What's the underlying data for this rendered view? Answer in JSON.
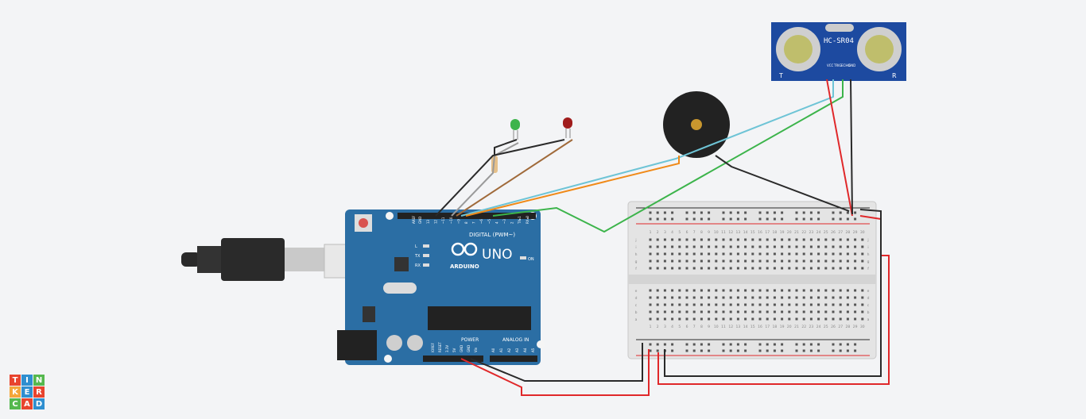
{
  "logo": {
    "letters": [
      "T",
      "I",
      "N",
      "K",
      "E",
      "R",
      "C",
      "A",
      "D"
    ],
    "colors": [
      "#e8442e",
      "#2f8fd0",
      "#55b84e",
      "#f4a63a",
      "#2f8fd0",
      "#e8442e",
      "#55b84e",
      "#e8442e",
      "#2f8fd0"
    ]
  },
  "arduino": {
    "brand": "ARDUINO",
    "model": "UNO",
    "digital_label": "DIGITAL (PWM~)",
    "power_label": "POWER",
    "analog_label": "ANALOG IN",
    "on_label": "ON",
    "led_labels": [
      "L",
      "TX",
      "RX"
    ],
    "aref": "AREF",
    "gnd": "GND",
    "digital_pins": [
      "13",
      "12",
      "~11",
      "~10",
      "~9",
      "8",
      "7",
      "~6",
      "~5",
      "4",
      "~3",
      "2",
      "TX▸1",
      "RX◂0"
    ],
    "power_pins": [
      "IOREF",
      "RESET",
      "3.3V",
      "5V",
      "GND",
      "GND",
      "Vin"
    ],
    "analog_pins": [
      "A0",
      "A1",
      "A2",
      "A3",
      "A4",
      "A5"
    ]
  },
  "sensor": {
    "name": "HC-SR04",
    "pins": [
      "VCC",
      "TRIG",
      "ECHO",
      "GND"
    ],
    "t": "T",
    "r": "R"
  },
  "breadboard": {
    "row_letters_top": [
      "j",
      "i",
      "h",
      "g",
      "f"
    ],
    "row_letters_bottom": [
      "e",
      "d",
      "c",
      "b",
      "a"
    ],
    "columns": [
      "1",
      "2",
      "3",
      "4",
      "5",
      "6",
      "7",
      "8",
      "9",
      "10",
      "11",
      "12",
      "13",
      "14",
      "15",
      "16",
      "17",
      "18",
      "19",
      "20",
      "21",
      "22",
      "23",
      "24",
      "25",
      "26",
      "27",
      "28",
      "29",
      "30"
    ]
  },
  "colors": {
    "board": "#2b6ea4",
    "wire_red": "#e0282a",
    "wire_black": "#2a2a2a",
    "wire_green": "#3cb44b",
    "wire_blue": "#6ec4d6",
    "wire_orange": "#f08a19",
    "wire_brown": "#a06a3a",
    "wire_gray": "#9a9a9a"
  }
}
